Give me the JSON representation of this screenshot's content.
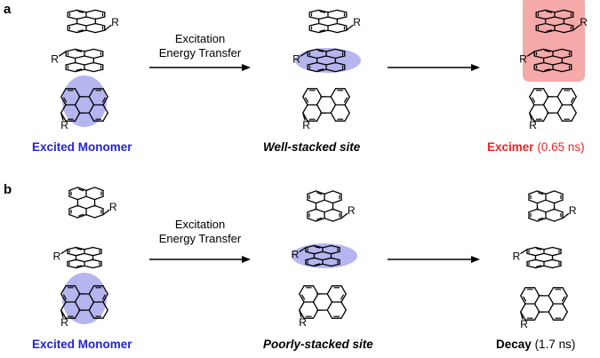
{
  "panels": {
    "a": {
      "label": "a",
      "arrow_text": [
        "Excitation",
        "Energy Transfer"
      ],
      "caption_left": "Excited Monomer",
      "caption_mid": "Well-stacked site",
      "caption_right_main": "Excimer",
      "caption_right_detail": "(0.65 ns)"
    },
    "b": {
      "label": "b",
      "arrow_text": [
        "Excitation",
        "Energy Transfer"
      ],
      "caption_left": "Excited Monomer",
      "caption_mid": "Poorly-stacked site",
      "caption_right_main": "Decay",
      "caption_right_detail": "(1.7 ns)"
    }
  },
  "substituent_label": "R",
  "colors": {
    "excited_highlight": "#a8a8ec",
    "excimer_highlight": "#f49a9a",
    "excited_text": "#2323d8",
    "excimer_text": "#ec2326",
    "bond": "#000000"
  }
}
